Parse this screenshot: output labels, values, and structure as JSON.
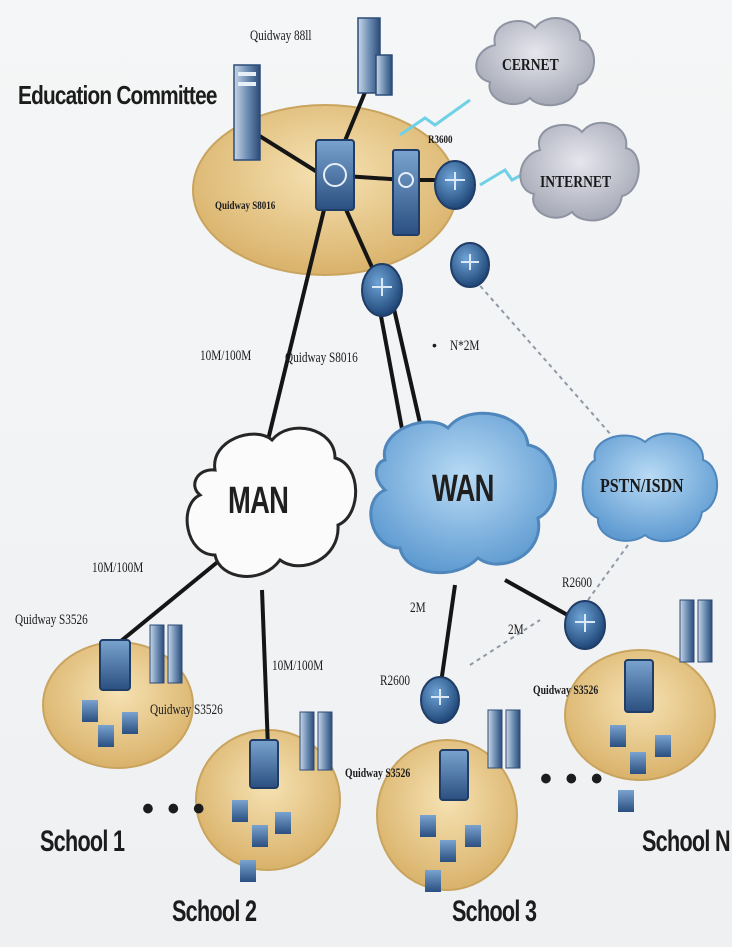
{
  "diagram": {
    "title": "Education Committee",
    "core": {
      "label_top": "Quidway 88ll",
      "label_s8016": "Quidway S8016",
      "label_r3600": "R3600",
      "label_s8016_2": "Quidway S8016",
      "label_n2m": "N*2M",
      "label_link": "10M/100M"
    },
    "clouds": {
      "cernet": "CERNET",
      "internet": "INTERNET",
      "man": "MAN",
      "wan": "WAN",
      "pstn": "PSTN/ISDN"
    },
    "links": {
      "man_s1": "10M/100M",
      "man_s2": "10M/100M",
      "wan_2m_a": "2M",
      "wan_2m_b": "2M",
      "r2600_right": "R2600",
      "r2600_s3": "R2600"
    },
    "schools": {
      "s1_switch": "Quidway S3526",
      "s2_switch": "Quidway S3526",
      "s3_switch": "Quidway S3526",
      "sn_switch": "Quidway S3526",
      "s1": "School 1",
      "s2": "School 2",
      "s3": "School 3",
      "sn": "School N"
    },
    "ellipsis": "• • •",
    "ellipsis2": "• • •",
    "ellipsis3": "•",
    "colors": {
      "disc": "#e9c98a",
      "cloud_blue": "#7fb4e0",
      "cloud_gray": "#b9bcc4",
      "device_blue": "#2f5a8c"
    }
  }
}
